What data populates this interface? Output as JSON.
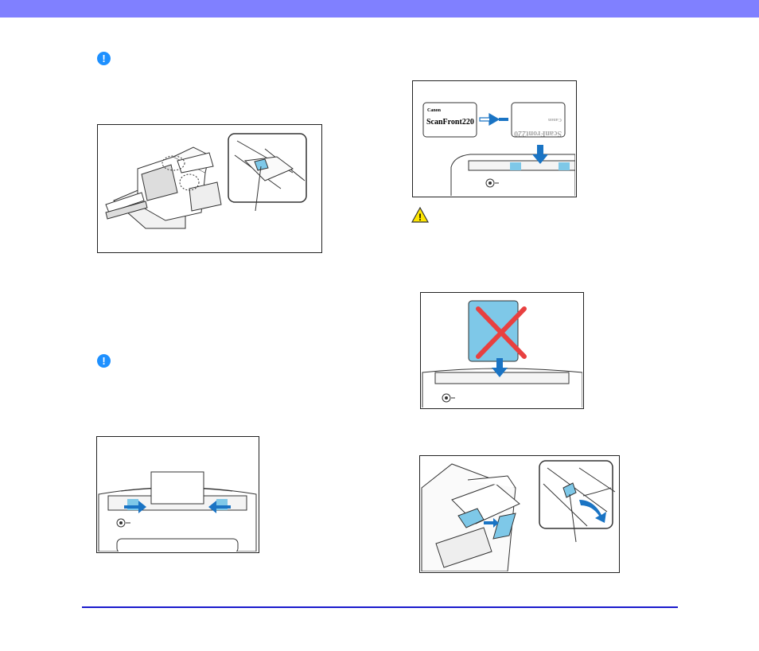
{
  "colors": {
    "header_bar": "#8080ff",
    "footer_line": "#1a1acc",
    "note_icon": "#1e90ff",
    "accent_blue": "#1a74c4",
    "light_blue": "#7ec8e8",
    "cross_red": "#e84040",
    "warning_yellow": "#ffe600"
  },
  "icons": {
    "note": "exclamation-circle-icon",
    "caution": "warning-triangle-icon"
  },
  "fig_cards": {
    "brand": "Canon",
    "model": "ScanFront220",
    "mirror_model": "ScanFront220",
    "mirror_brand": "Canon"
  },
  "note_glyph": "!",
  "caution_glyph": "!"
}
